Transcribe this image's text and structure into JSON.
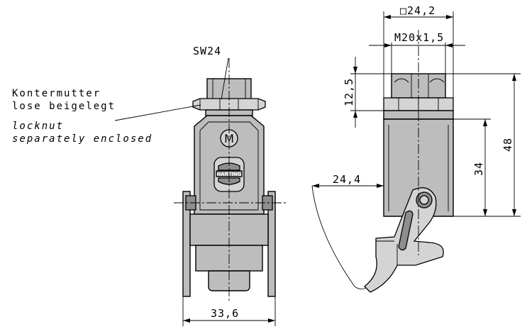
{
  "front_view": {
    "wrench_size_label": "SW24",
    "width_dim_label": "33,6",
    "logo_letter": "M",
    "brand_text": "HARTING"
  },
  "side_view": {
    "square_dim_label": "□24,2",
    "thread_label": "M20x1,5",
    "nut_height_label": "12,5",
    "total_height_label": "48",
    "housing_height_label": "34",
    "lever_radius_label": "24,4"
  },
  "annotation": {
    "line1": "Kontermutter",
    "line2": "lose beigelegt",
    "line3": "locknut",
    "line4": "separately enclosed"
  }
}
